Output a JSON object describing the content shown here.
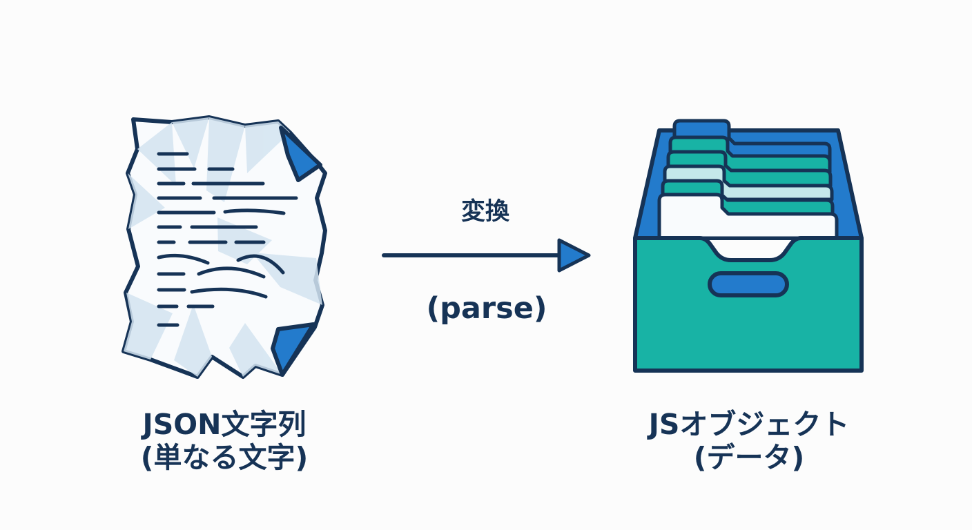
{
  "colors": {
    "background": "#fcfcfc",
    "outline": "#163356",
    "paper_fill": "#f9fbfd",
    "paper_shade": "#d4e4f1",
    "accent_blue": "#237bcc",
    "accent_teal": "#18b3a5",
    "folder_mint": "#c4e8ea"
  },
  "icons": {
    "source": "crumpled-paper-icon",
    "destination": "file-drawer-icon",
    "connector": "right-arrow-icon"
  },
  "process": {
    "title": "変換",
    "method": "(parse)"
  },
  "source": {
    "line1": "JSON文字列",
    "line2": "(単なる文字)"
  },
  "destination": {
    "line1": "JSオブジェクト",
    "line2": "(データ)"
  }
}
